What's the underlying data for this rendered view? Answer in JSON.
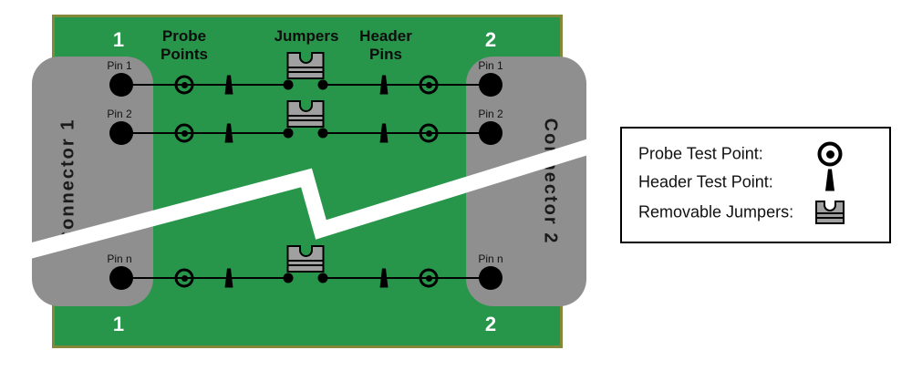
{
  "colors": {
    "board_green": "#27964a",
    "board_border": "#84883b",
    "connector_gray": "#8f8f8f",
    "jumper_gray": "#a0a0a0",
    "line_black": "#000000",
    "index_white": "#ffffff"
  },
  "board": {
    "connector1": {
      "label": "Connector 1",
      "index": "1"
    },
    "connector2": {
      "label": "Connector 2",
      "index": "2"
    },
    "column_labels": {
      "probe": "Probe\nPoints",
      "jumpers": "Jumpers",
      "header": "Header\nPins"
    },
    "rows": [
      {
        "left_pin": "Pin 1",
        "right_pin": "Pin 1"
      },
      {
        "left_pin": "Pin 2",
        "right_pin": "Pin 2"
      },
      {
        "left_pin": "Pin n",
        "right_pin": "Pin n"
      }
    ]
  },
  "legend": {
    "items": [
      {
        "label": "Probe Test Point:",
        "icon": "probe-test-point-icon"
      },
      {
        "label": "Header Test Point:",
        "icon": "header-test-point-icon"
      },
      {
        "label": "Removable Jumpers:",
        "icon": "removable-jumper-icon"
      }
    ]
  }
}
